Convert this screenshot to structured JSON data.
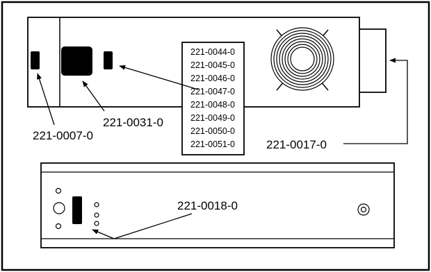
{
  "colors": {
    "ink": "#000000",
    "paper": "#ffffff"
  },
  "callouts": {
    "fuse_holder": "221-0007-0",
    "power_inlet": "221-0031-0",
    "fan": "221-0017-0",
    "power_switch": "221-0018-0",
    "switch_part_list": [
      "221-0044-0",
      "221-0045-0",
      "221-0046-0",
      "221-0047-0",
      "221-0048-0",
      "221-0049-0",
      "221-0050-0",
      "221-0051-0"
    ]
  }
}
